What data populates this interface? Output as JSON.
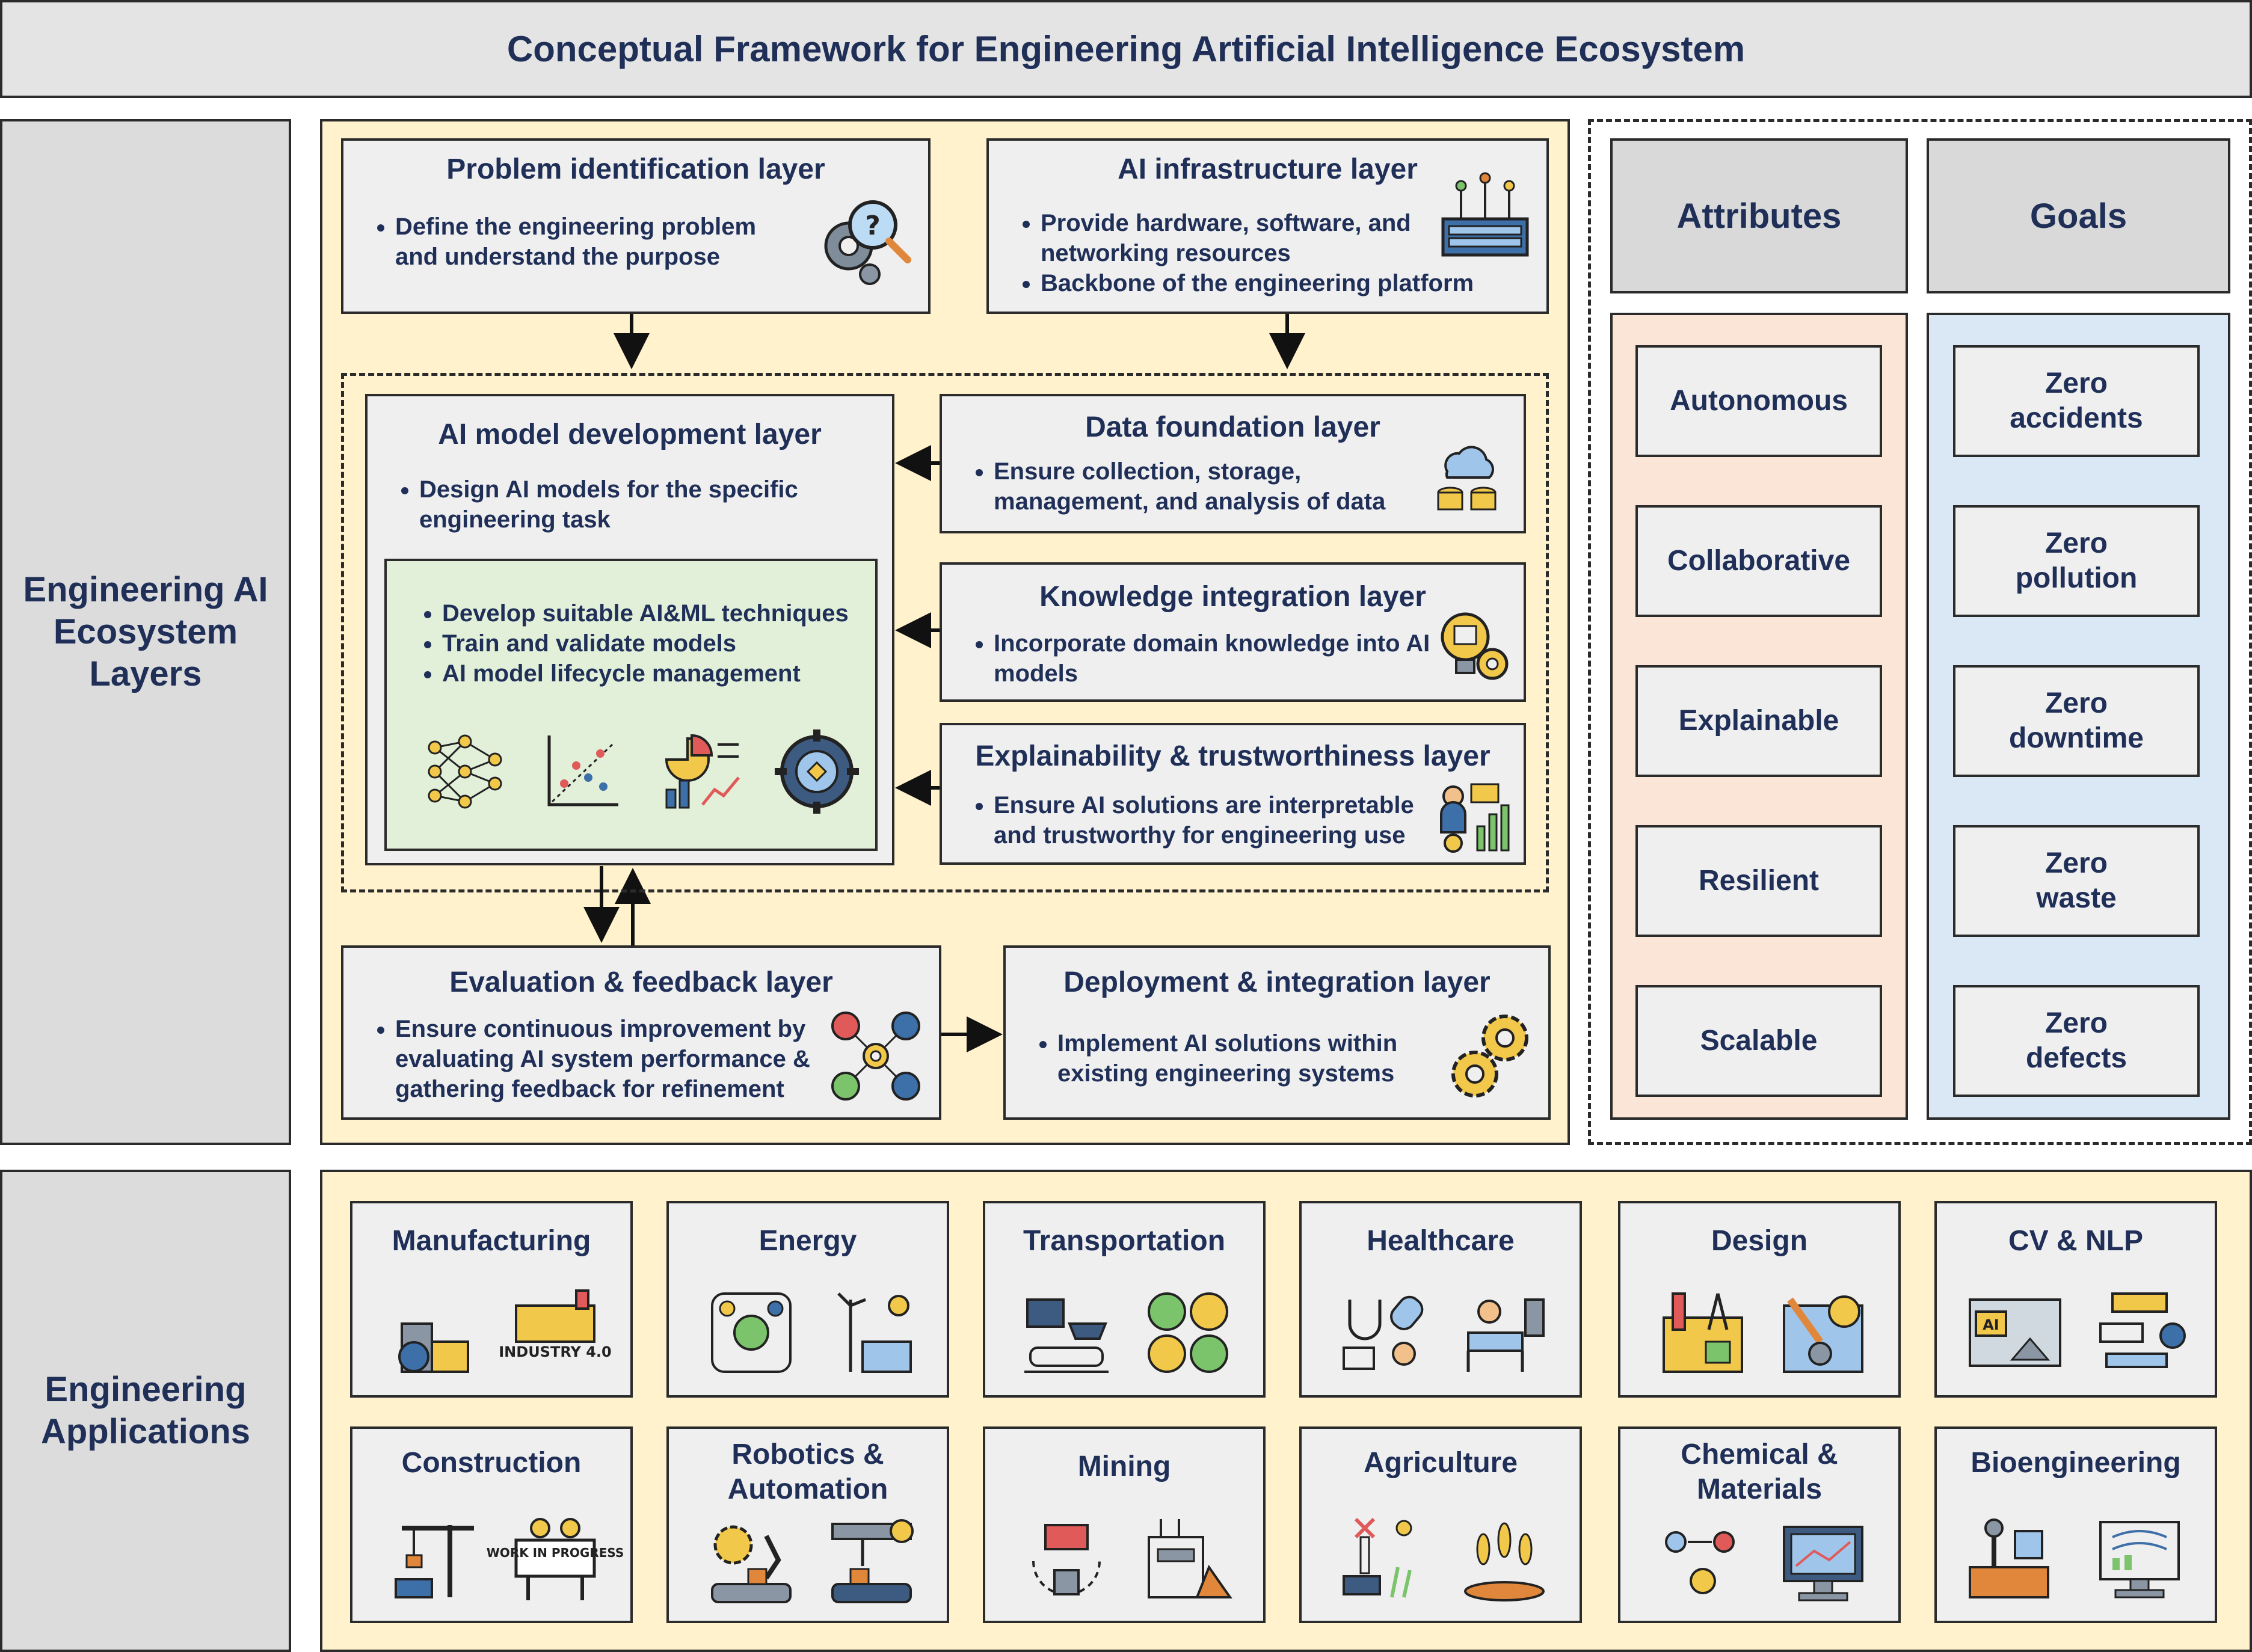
{
  "title": "Conceptual Framework for Engineering Artificial Intelligence Ecosystem",
  "side_labels": {
    "layers": "Engineering AI Ecosystem Layers",
    "applications": "Engineering Applications"
  },
  "layers": {
    "problem": {
      "title": "Problem identification layer",
      "bullets": [
        "Define the engineering problem and understand the purpose"
      ]
    },
    "infra": {
      "title": "AI infrastructure layer",
      "bullets": [
        "Provide hardware, software, and networking resources",
        "Backbone of the engineering platform"
      ]
    },
    "model_dev": {
      "title": "AI model development layer",
      "bullets": [
        "Design AI models for the specific engineering task"
      ],
      "inner_bullets": [
        "Develop suitable AI&ML techniques",
        "Train and validate models",
        "AI model lifecycle management"
      ]
    },
    "data": {
      "title": "Data foundation layer",
      "bullets": [
        "Ensure collection, storage, management, and analysis of data"
      ]
    },
    "knowledge": {
      "title": "Knowledge integration layer",
      "bullets": [
        "Incorporate domain knowledge into AI models"
      ]
    },
    "explain": {
      "title": "Explainability & trustworthiness layer",
      "bullets": [
        "Ensure AI solutions are interpretable and trustworthy for engineering use"
      ]
    },
    "evaluation": {
      "title": "Evaluation & feedback layer",
      "bullets": [
        "Ensure continuous improvement by evaluating AI system performance & gathering feedback for refinement"
      ]
    },
    "deployment": {
      "title": "Deployment & integration layer",
      "bullets": [
        "Implement AI solutions within existing engineering systems"
      ]
    }
  },
  "attributes": {
    "header": "Attributes",
    "items": [
      "Autonomous",
      "Collaborative",
      "Explainable",
      "Resilient",
      "Scalable"
    ]
  },
  "goals": {
    "header": "Goals",
    "items": [
      "Zero accidents",
      "Zero pollution",
      "Zero downtime",
      "Zero waste",
      "Zero defects"
    ]
  },
  "applications": [
    {
      "title": "Manufacturing",
      "icon_text": "INDUSTRY 4.0"
    },
    {
      "title": "Energy"
    },
    {
      "title": "Transportation"
    },
    {
      "title": "Healthcare"
    },
    {
      "title": "Design"
    },
    {
      "title": "CV & NLP",
      "icon_text": "AI"
    },
    {
      "title": "Construction",
      "icon_text": "WORK IN PROGRESS"
    },
    {
      "title": "Robotics & Automation"
    },
    {
      "title": "Mining"
    },
    {
      "title": "Agriculture"
    },
    {
      "title": "Chemical & Materials"
    },
    {
      "title": "Bioengineering"
    }
  ],
  "colors": {
    "title_text": "#1f2f57",
    "layers_panel": "#fff2cc",
    "model_inner": "#e2efd9",
    "attributes_panel": "#fbe5d6",
    "goals_panel": "#dae8f5",
    "box_fill": "#efefef"
  }
}
